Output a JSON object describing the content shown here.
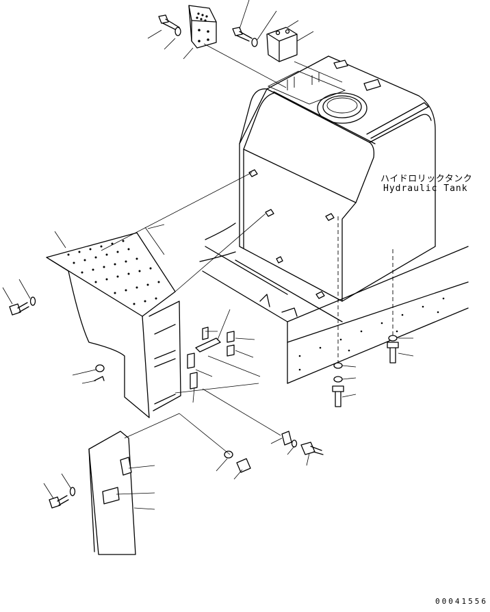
{
  "labels": {
    "hydraulic_tank_jp": "ハイドロリックタンク",
    "hydraulic_tank_en": "Hydraulic Tank"
  },
  "drawing_number": "00041556"
}
